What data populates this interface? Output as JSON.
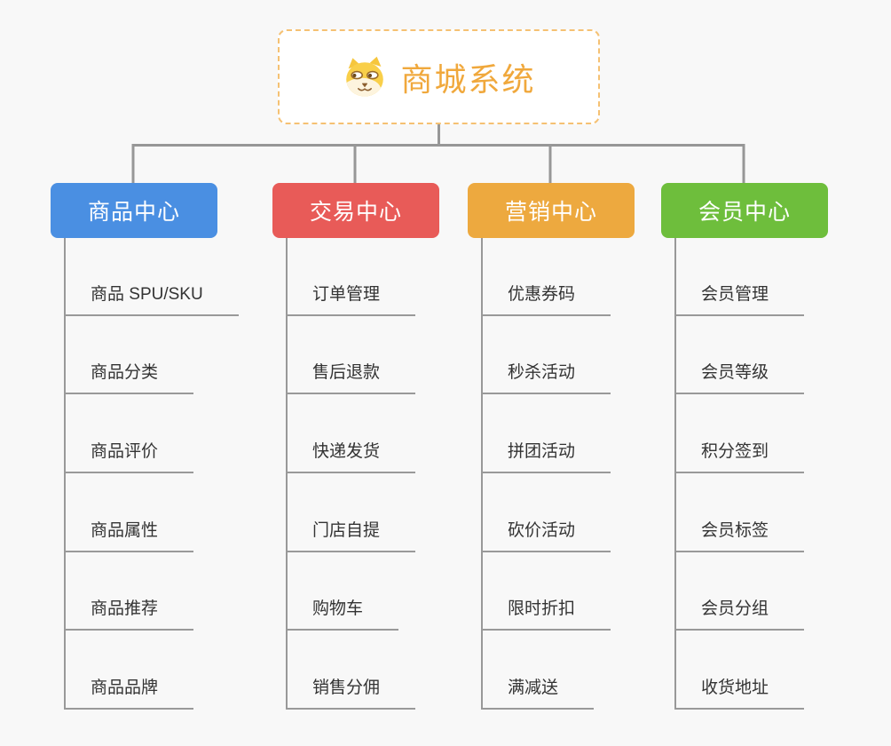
{
  "page": {
    "background": "#f8f8f8",
    "connector_color": "#979797",
    "line_color": "#999999",
    "text_color": "#333333"
  },
  "root": {
    "title": "商城系统",
    "icon": "dog-face-icon",
    "text_color": "#f0a83c",
    "border_color": "#f5c173"
  },
  "branches": [
    {
      "label": "商品中心",
      "color": "#4a8fe2",
      "items": [
        "商品 SPU/SKU",
        "商品分类",
        "商品评价",
        "商品属性",
        "商品推荐",
        "商品品牌"
      ]
    },
    {
      "label": "交易中心",
      "color": "#e85b58",
      "items": [
        "订单管理",
        "售后退款",
        "快递发货",
        "门店自提",
        "购物车",
        "销售分佣"
      ]
    },
    {
      "label": "营销中心",
      "color": "#eda93f",
      "items": [
        "优惠券码",
        "秒杀活动",
        "拼团活动",
        "砍价活动",
        "限时折扣",
        "满减送"
      ]
    },
    {
      "label": "会员中心",
      "color": "#6ebe3c",
      "items": [
        "会员管理",
        "会员等级",
        "积分签到",
        "会员标签",
        "会员分组",
        "收货地址"
      ]
    }
  ]
}
